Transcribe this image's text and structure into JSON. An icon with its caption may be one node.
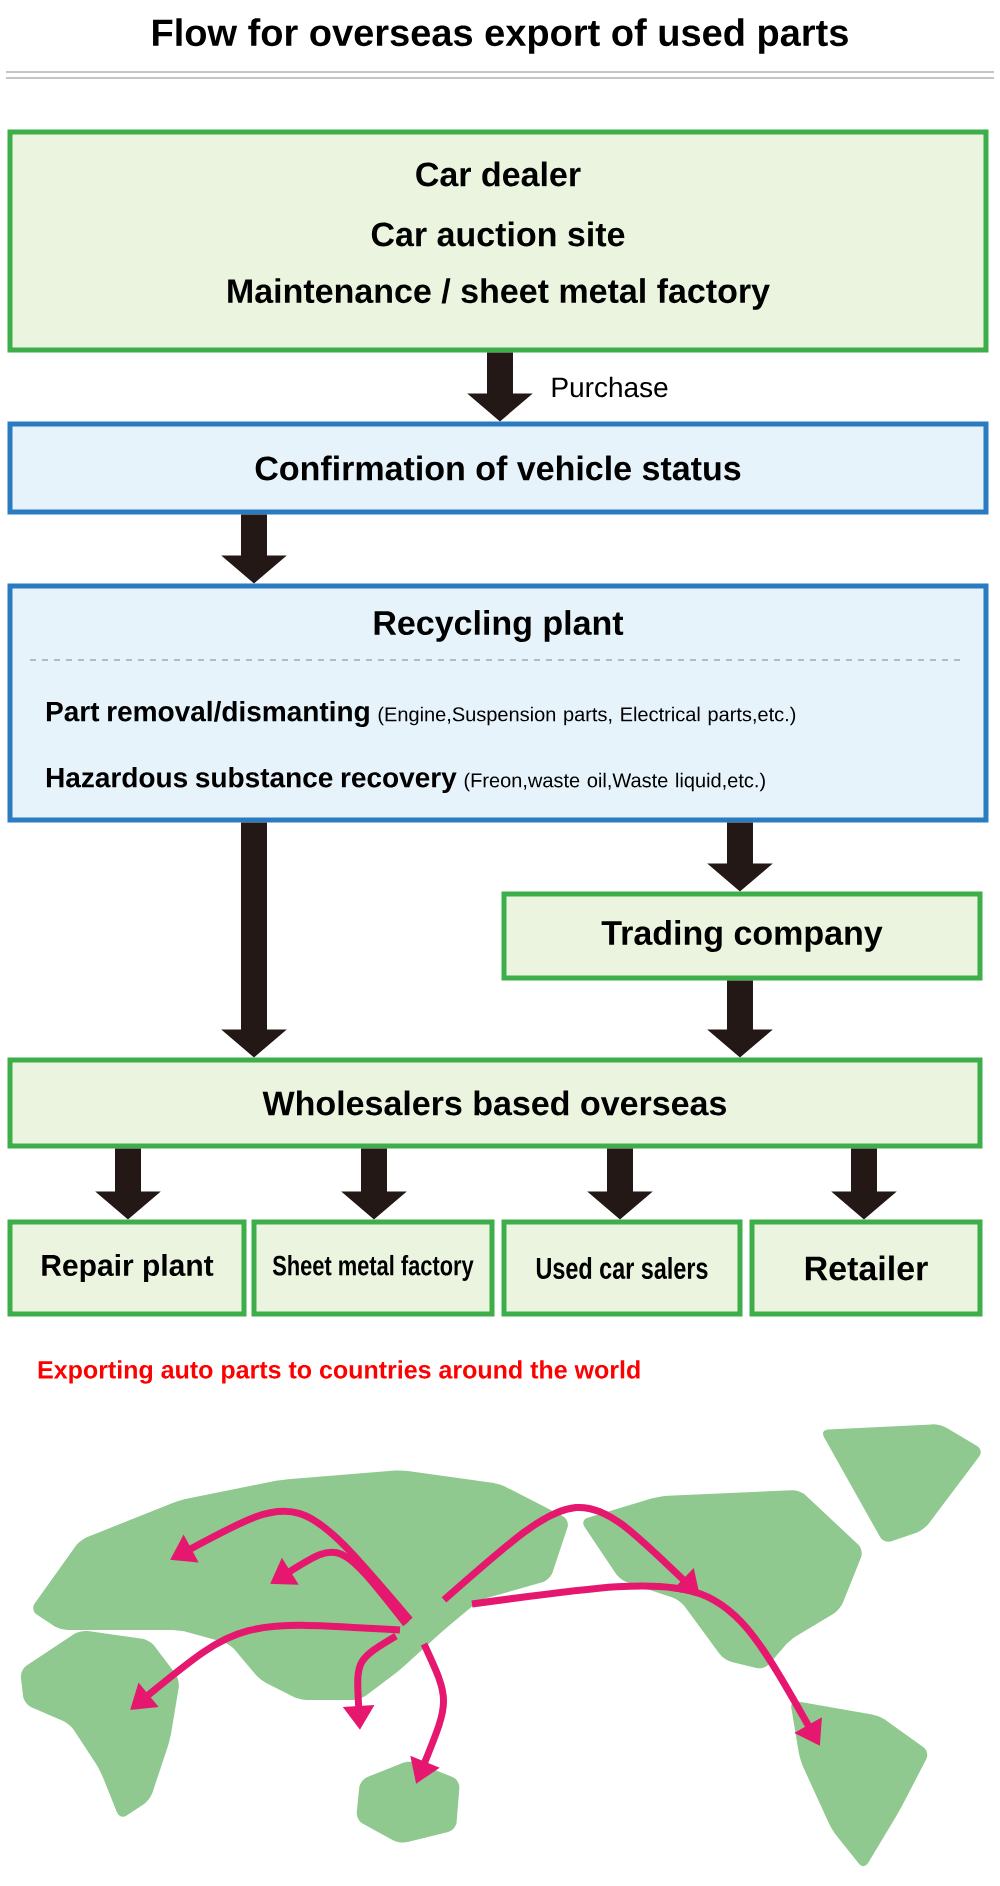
{
  "diagram": {
    "title": "Flow for overseas export of used parts",
    "nodes": [
      {
        "text": [
          "Car dealer",
          "Car auction site",
          "Maintenance / sheet metal factory"
        ]
      },
      {
        "text": [
          "Confirmation of vehicle status"
        ]
      },
      {
        "text": [
          "Recycling plant",
          "**Part removal/dismanting** (Engine,Suspension parts, Electrical parts,etc.)",
          "**Hazardous substance recovery** (Freon,waste oil,Waste liquid,etc.)"
        ]
      },
      {
        "text": [
          "Trading company"
        ]
      },
      {
        "text": [
          "Wholesalers based overseas"
        ]
      },
      {
        "text": [
          "Repair plant"
        ]
      },
      {
        "text": [
          "Sheet metal factory"
        ]
      },
      {
        "text": [
          "Used car salers"
        ]
      },
      {
        "text": [
          "Retailer"
        ]
      }
    ],
    "edges": [
      {
        "from": 0,
        "to": 1,
        "arrow": "to",
        "label": "Purchase"
      },
      {
        "from": 1,
        "to": 2,
        "arrow": "to"
      },
      {
        "from": 2,
        "to": 4,
        "arrow": "to"
      },
      {
        "from": 2,
        "to": 3,
        "arrow": "to"
      },
      {
        "from": 3,
        "to": 4,
        "arrow": "to"
      },
      {
        "from": 4,
        "to": 5,
        "arrow": "to"
      },
      {
        "from": 4,
        "to": 6,
        "arrow": "to"
      },
      {
        "from": 4,
        "to": 7,
        "arrow": "to"
      },
      {
        "from": 4,
        "to": 8,
        "arrow": "to"
      }
    ],
    "labels": [
      "Exporting auto parts to countries around the world"
    ]
  }
}
